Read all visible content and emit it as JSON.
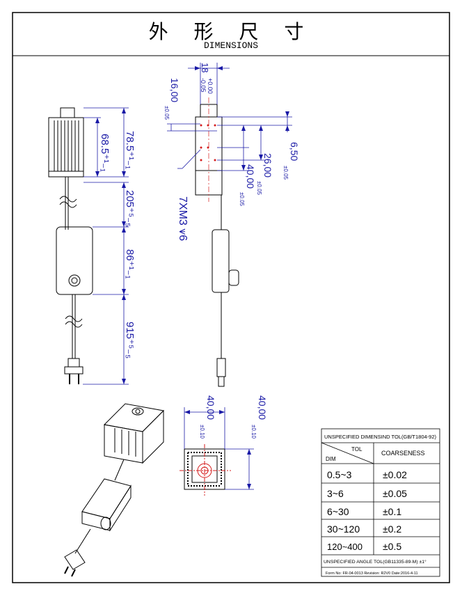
{
  "title": {
    "cn": "外 形 尺 寸",
    "en": "DIMENSIONS"
  },
  "dimensions": {
    "left": {
      "d785": "78.5⁺¹₋₁",
      "d685": "68.5⁺¹₋₁",
      "d205": "205⁺⁵₋₅",
      "d86": "86⁺¹₋₁",
      "d915": "915⁺⁵₋₅"
    },
    "side": {
      "d18": "18",
      "d18_tol_plus": "+0.00",
      "d18_tol_minus": "-0.05",
      "d16": "16,00",
      "d16_tol": "±0.05",
      "d650": "6,50",
      "d650_tol": "±0.05",
      "d26": "26,00",
      "d26_tol": "±0.05",
      "d40": "40,00",
      "d40_tol": "±0.05",
      "thread": "7XM3 ⩛6"
    },
    "end": {
      "w40": "40,00",
      "w40_tol": "±0.10",
      "h40": "40,00",
      "h40_tol": "±0.10"
    }
  },
  "tolerance_table": {
    "header": "UNSPECIFIED DIMENSIND TOL(GB/T1804-92)",
    "col_tol": "TOL",
    "col_dim": "DIM",
    "col_coarseness": "COARSENESS",
    "rows": [
      {
        "range": "0.5~3",
        "tol": "±0.02"
      },
      {
        "range": "3~6",
        "tol": "±0.05"
      },
      {
        "range": "6~30",
        "tol": "±0.1"
      },
      {
        "range": "30~120",
        "tol": "±0.2"
      },
      {
        "range": "120~400",
        "tol": "±0.5"
      }
    ],
    "angle_note": "UNSPECIFIED ANGLE TOL(GB11335-89-M) ±1°",
    "form_note": "Form No: FR-04-0013 Revision: R2V0 Date:2016-4-11"
  },
  "colors": {
    "dimension_blue": "#1a1aa6",
    "center_red": "#d41c1c",
    "ink": "#000000"
  }
}
